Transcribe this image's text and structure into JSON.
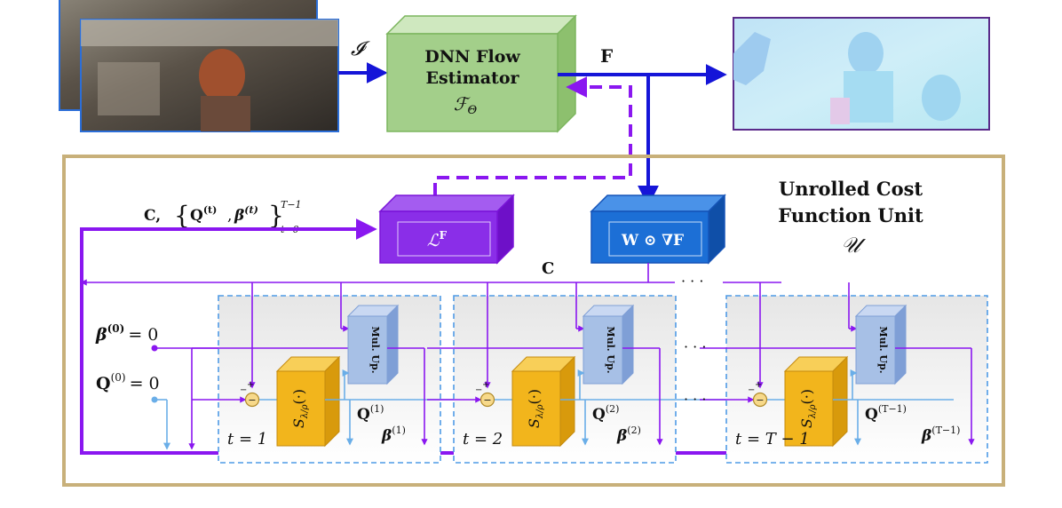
{
  "input": {
    "label": "𝓘"
  },
  "estimator": {
    "line1": "DNN Flow",
    "line2": "Estimator",
    "symbol": "ℱ",
    "symbol_sub": "Θ"
  },
  "flow_output": {
    "label": "F"
  },
  "loss": {
    "symbol": "ℒ",
    "sup": "F"
  },
  "weighted_grad": {
    "label": "W ⊙ ∇F"
  },
  "unit": {
    "title_line1": "Unrolled Cost",
    "title_line2": "Function Unit",
    "symbol": "𝒰"
  },
  "params_label": {
    "c": "C,",
    "q": "Q",
    "sup_t": "(t)",
    "beta": "β",
    "range_top": "T−1",
    "range_bottom": "t=0"
  },
  "c_bus": {
    "label": "C"
  },
  "init": {
    "beta": "β",
    "beta_sup": "(0)",
    "beta_eq": "= 0",
    "q": "Q",
    "q_sup": "(0)",
    "q_eq": "= 0"
  },
  "stages": [
    {
      "t_label": "t = 1",
      "q_label": "Q",
      "q_sup": "(1)",
      "b_label": "β",
      "b_sup": "(1)"
    },
    {
      "t_label": "t = 2",
      "q_label": "Q",
      "q_sup": "(2)",
      "b_label": "β",
      "b_sup": "(2)"
    },
    {
      "t_label": "t = T − 1",
      "q_label": "Q",
      "q_sup": "(T−1)",
      "b_label": "β",
      "b_sup": "(T−1)"
    }
  ],
  "mul_up": {
    "label": "Mul. Up."
  },
  "shrink": {
    "symbol": "S",
    "sub": "λ/ρ",
    "arg": "(·)"
  },
  "adder": {
    "minus": "−",
    "plus": "+",
    "op": "−"
  },
  "ellipsis": "· · ·",
  "colors": {
    "blue_arrow": "#1515d8",
    "purple": "#8a17f0",
    "light_blue": "#6aaee8",
    "gold_border": "#c8b07a",
    "green_face": "#a3cf8a",
    "loss_face": "#8a2ee8",
    "grad_face": "#1c6fd6",
    "orange": "#f2b51c",
    "mul_face": "#a7c0e6",
    "stage_border": "#4f9be6"
  }
}
